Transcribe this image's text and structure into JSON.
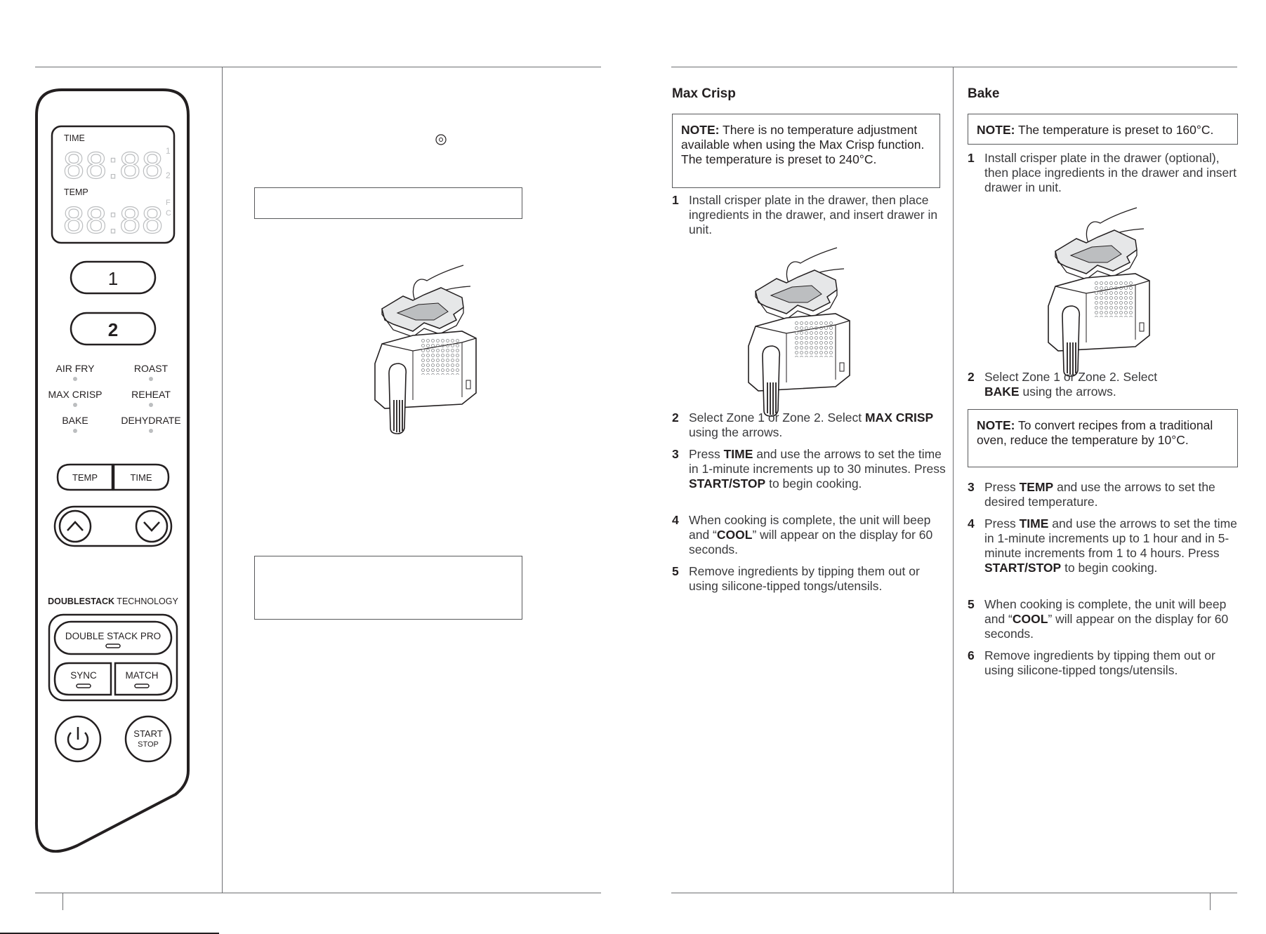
{
  "panel": {
    "time_label": "TIME",
    "temp_label": "TEMP",
    "seg_digits": "88:88",
    "zone1_indicator": "1",
    "zone2_indicator": "2",
    "unit_f": "F",
    "unit_c": "C",
    "zone1_button": "1",
    "zone2_button": "2",
    "functions": [
      "AIR FRY",
      "ROAST",
      "MAX CRISP",
      "REHEAT",
      "BAKE",
      "DEHYDRATE"
    ],
    "temp_button": "TEMP",
    "time_button": "TIME",
    "brand_bold": "DOUBLESTACK",
    "brand_rest": " TECHNOLOGY",
    "double_stack_pro": "DOUBLE STACK PRO",
    "sync": "SYNC",
    "match": "MATCH",
    "start": "START",
    "stop": "STOP"
  },
  "max_crisp": {
    "heading": "Max Crisp",
    "note_label": "NOTE:",
    "note_text": " There is no temperature adjustment available when using the Max Crisp function. The temperature is preset to 240°C.",
    "steps": [
      {
        "num": "1",
        "parts": [
          {
            "t": "Install crisper plate in the drawer, then place ingredients in the drawer, and insert drawer in unit."
          }
        ]
      },
      {
        "num": "2",
        "parts": [
          {
            "t": "Select Zone 1 or Zone 2. Select "
          },
          {
            "t": "MAX CRISP",
            "b": true
          },
          {
            "t": " using the arrows."
          }
        ]
      },
      {
        "num": "3",
        "parts": [
          {
            "t": "Press "
          },
          {
            "t": "TIME",
            "b": true
          },
          {
            "t": " and use the arrows to set the time in 1-minute increments up to 30 minutes. Press "
          },
          {
            "t": "START/STOP",
            "b": true
          },
          {
            "t": " to begin cooking."
          }
        ]
      },
      {
        "num": "4",
        "parts": [
          {
            "t": "When cooking is complete, the unit will beep and “"
          },
          {
            "t": "COOL",
            "b": true
          },
          {
            "t": "” will appear on the display for 60 seconds."
          }
        ]
      },
      {
        "num": "5",
        "parts": [
          {
            "t": "Remove ingredients by tipping them out or using silicone-tipped tongs/utensils."
          }
        ]
      }
    ]
  },
  "bake": {
    "heading": "Bake",
    "note1_label": "NOTE:",
    "note1_text": " The temperature is preset to 160°C.",
    "note2_label": "NOTE:",
    "note2_text": " To convert recipes from a traditional oven, reduce the temperature by 10°C.",
    "steps": [
      {
        "num": "1",
        "parts": [
          {
            "t": "Install crisper plate in the drawer (optional), then place ingredients in the drawer and insert drawer in unit."
          }
        ]
      },
      {
        "num": "2",
        "parts": [
          {
            "t": "Select Zone 1 or Zone 2. Select "
          },
          {
            "t": "BAKE",
            "b": true
          },
          {
            "t": " using the arrows."
          }
        ]
      },
      {
        "num": "3",
        "parts": [
          {
            "t": "Press "
          },
          {
            "t": "TEMP",
            "b": true
          },
          {
            "t": " and use the arrows to set the desired temperature."
          }
        ]
      },
      {
        "num": "4",
        "parts": [
          {
            "t": "Press "
          },
          {
            "t": "TIME",
            "b": true
          },
          {
            "t": " and use the arrows to set  the time in 1-minute increments up to 1 hour and in 5-minute increments from 1 to 4 hours. Press "
          },
          {
            "t": "START/STOP",
            "b": true
          },
          {
            "t": " to begin cooking."
          }
        ]
      },
      {
        "num": "5",
        "parts": [
          {
            "t": "When cooking is complete, the unit will beep and “"
          },
          {
            "t": "COOL",
            "b": true
          },
          {
            "t": "” will appear on the display for 60 seconds."
          }
        ]
      },
      {
        "num": "6",
        "parts": [
          {
            "t": "Remove ingredients by tipping them out or using silicone-tipped tongs/utensils."
          }
        ]
      }
    ]
  },
  "colors": {
    "ink": "#231f20",
    "rule": "#6d6e71"
  }
}
